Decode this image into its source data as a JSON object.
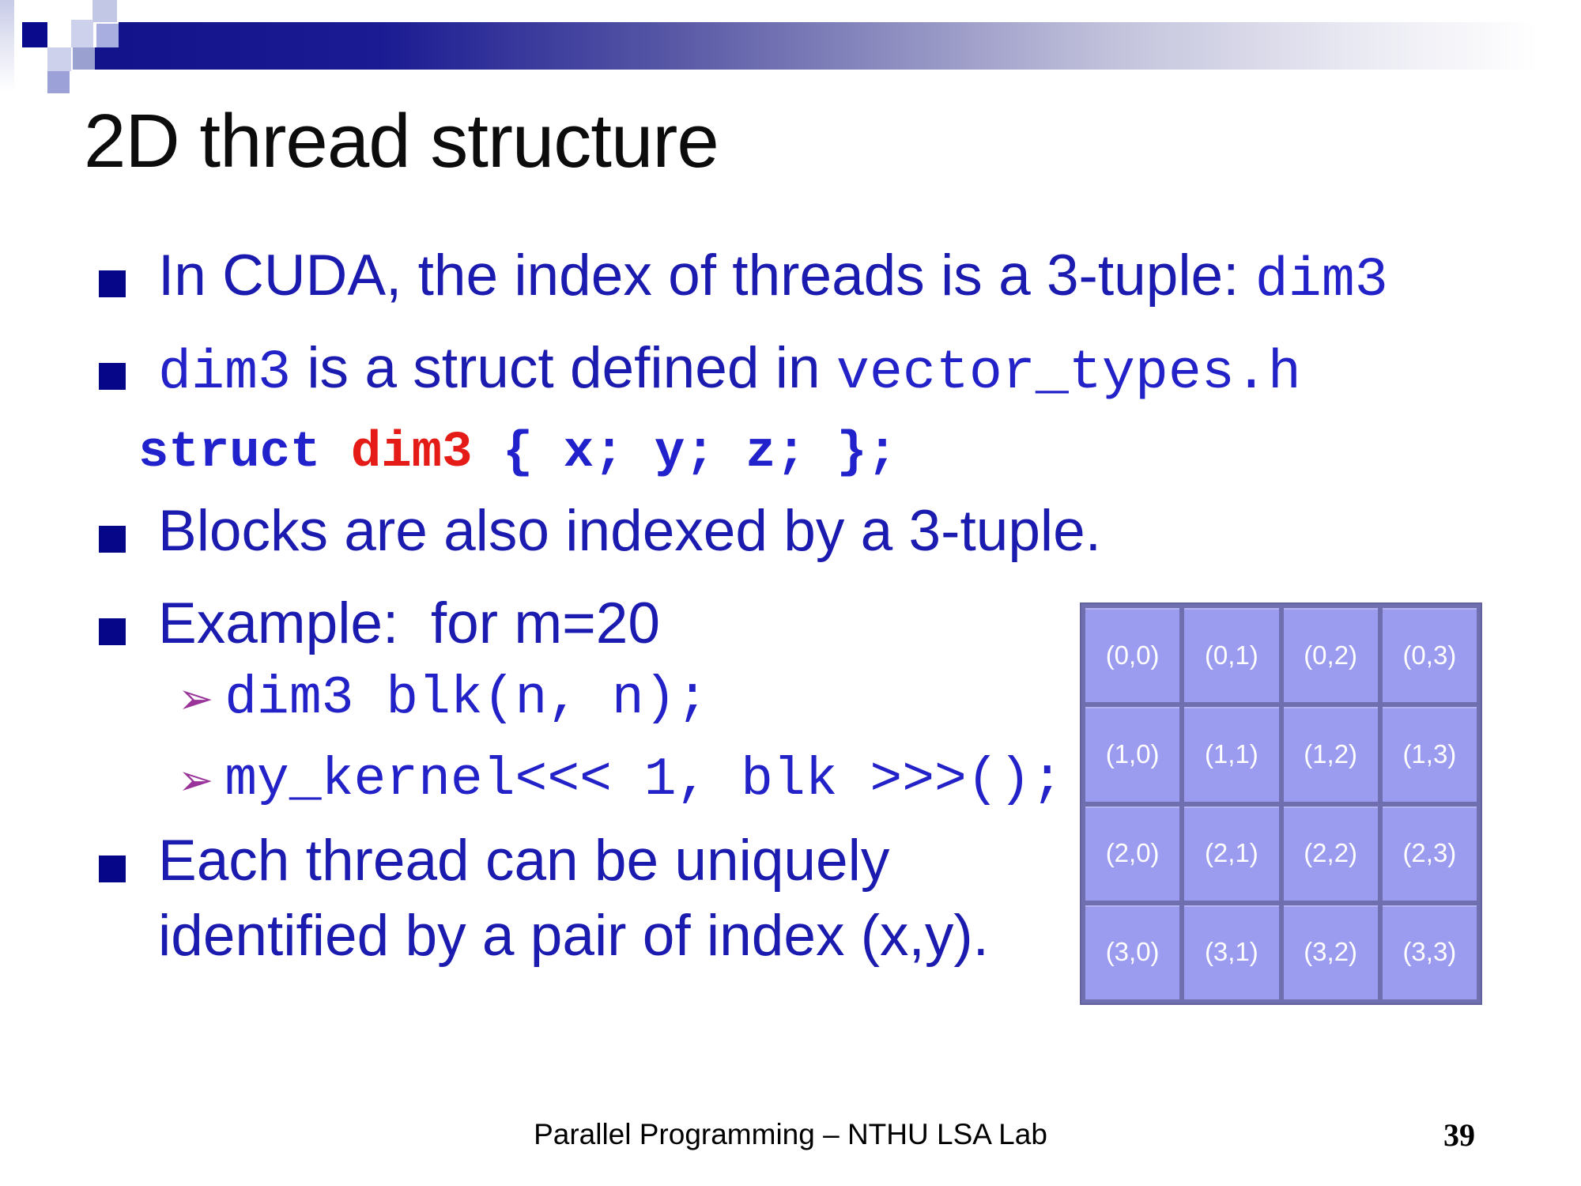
{
  "slide_title": "2D thread structure",
  "bullets": {
    "b1": {
      "text": "In CUDA, the index of threads is a 3-tuple: ",
      "code": "dim3"
    },
    "b2": {
      "code1": "dim3",
      "text1": " is a struct defined in ",
      "code2": "vector_types.h"
    },
    "b3": {
      "text": "Blocks are also indexed by a 3-tuple."
    },
    "b4": {
      "text": "Example:  for m=20"
    },
    "b5": {
      "text": "Each thread can be uniquely identified by a pair of index (x,y)."
    }
  },
  "code_line": {
    "keyword": "struct ",
    "type_name": "dim3",
    "body": " { x; y; z; };"
  },
  "sub_bullets": {
    "s1": "dim3 blk(n, n);",
    "s2": "my_kernel<<< 1, blk >>>();"
  },
  "grid": {
    "rows": [
      [
        "(0,0)",
        "(0,1)",
        "(0,2)",
        "(0,3)"
      ],
      [
        "(1,0)",
        "(1,1)",
        "(1,2)",
        "(1,3)"
      ],
      [
        "(2,0)",
        "(2,1)",
        "(2,2)",
        "(2,3)"
      ],
      [
        "(3,0)",
        "(3,1)",
        "(3,2)",
        "(3,3)"
      ]
    ]
  },
  "icons": {
    "sub_bullet_arrow": "➢"
  },
  "footer": {
    "label": "Parallel Programming – NTHU LSA Lab",
    "page_number": "39"
  },
  "colors": {
    "body_blue": "#1B1BB0",
    "bullet_navy": "#060689",
    "code_blue": "#2222CC",
    "code_red": "#E41B17",
    "arrow_purple": "#993399",
    "grid_cell_fill": "#9B9BEF",
    "grid_line": "#6F6FB0",
    "bar_navy": "#13138C"
  }
}
